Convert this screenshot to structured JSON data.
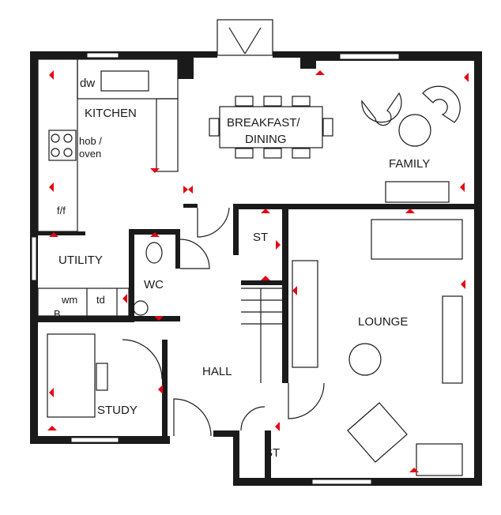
{
  "rooms": {
    "kitchen": "KITCHEN",
    "dw": "dw",
    "hob": "hob /",
    "oven": "oven",
    "ff": "f/f",
    "breakfast1": "BREAKFAST/",
    "breakfast2": "DINING",
    "family": "FAMILY",
    "utility": "UTILITY",
    "wm": "wm",
    "td": "td",
    "boiler": "B",
    "wc": "WC",
    "st_upper": "ST",
    "lounge": "LOUNGE",
    "hall": "HALL",
    "study": "STUDY",
    "st_lower": "ST"
  },
  "colors": {
    "wall": "#1a1a1a",
    "marker": "#e30613"
  }
}
